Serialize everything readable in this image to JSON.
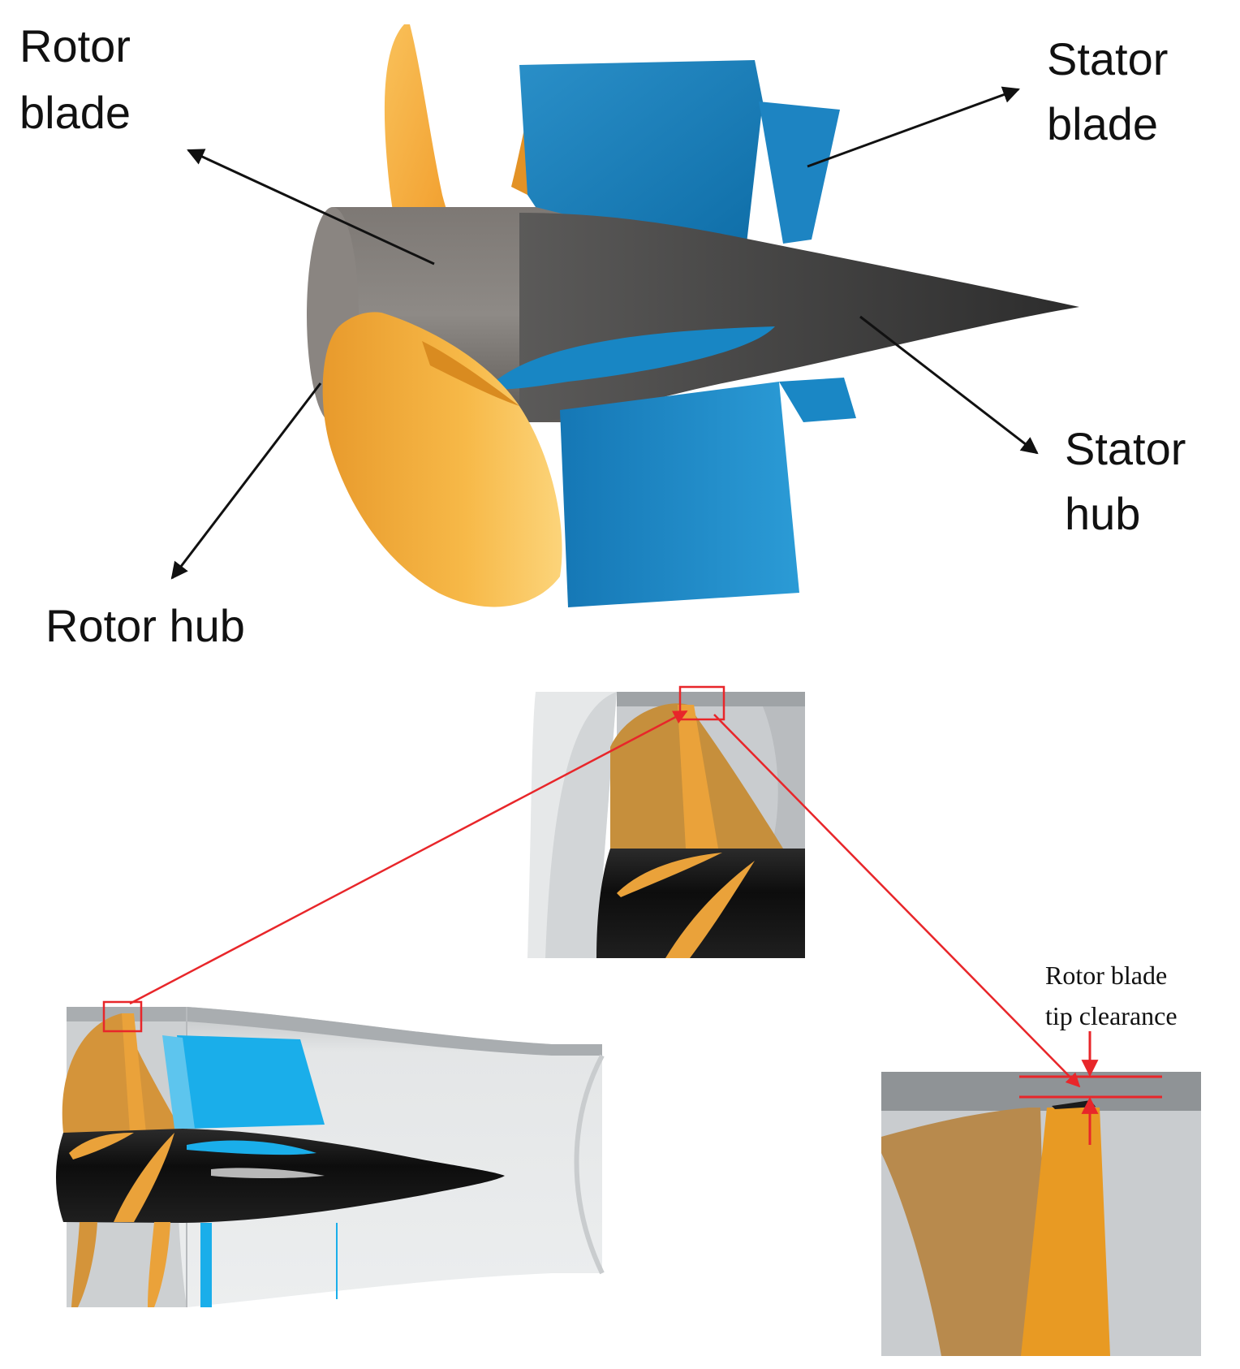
{
  "top_view": {
    "labels": {
      "rotor_blade": [
        "Rotor",
        "blade"
      ],
      "stator_blade": [
        "Stator",
        "blade"
      ],
      "stator_hub": [
        "Stator",
        "hub"
      ],
      "rotor_hub": "Rotor hub"
    }
  },
  "detail_view": {
    "tip_clearance_label": [
      "Rotor blade",
      "tip clearance"
    ]
  },
  "colors": {
    "rotor_orange": "#f4a631",
    "rotor_orange_dark": "#c98a2a",
    "stator_blue": "#1f88c9",
    "stator_blue_light": "#1aaeea",
    "hub_dark": "#1a1a1a",
    "hub_grey": "#6f6a66",
    "casing_grey": "#d9dcde",
    "callout_red": "#e8262a"
  }
}
